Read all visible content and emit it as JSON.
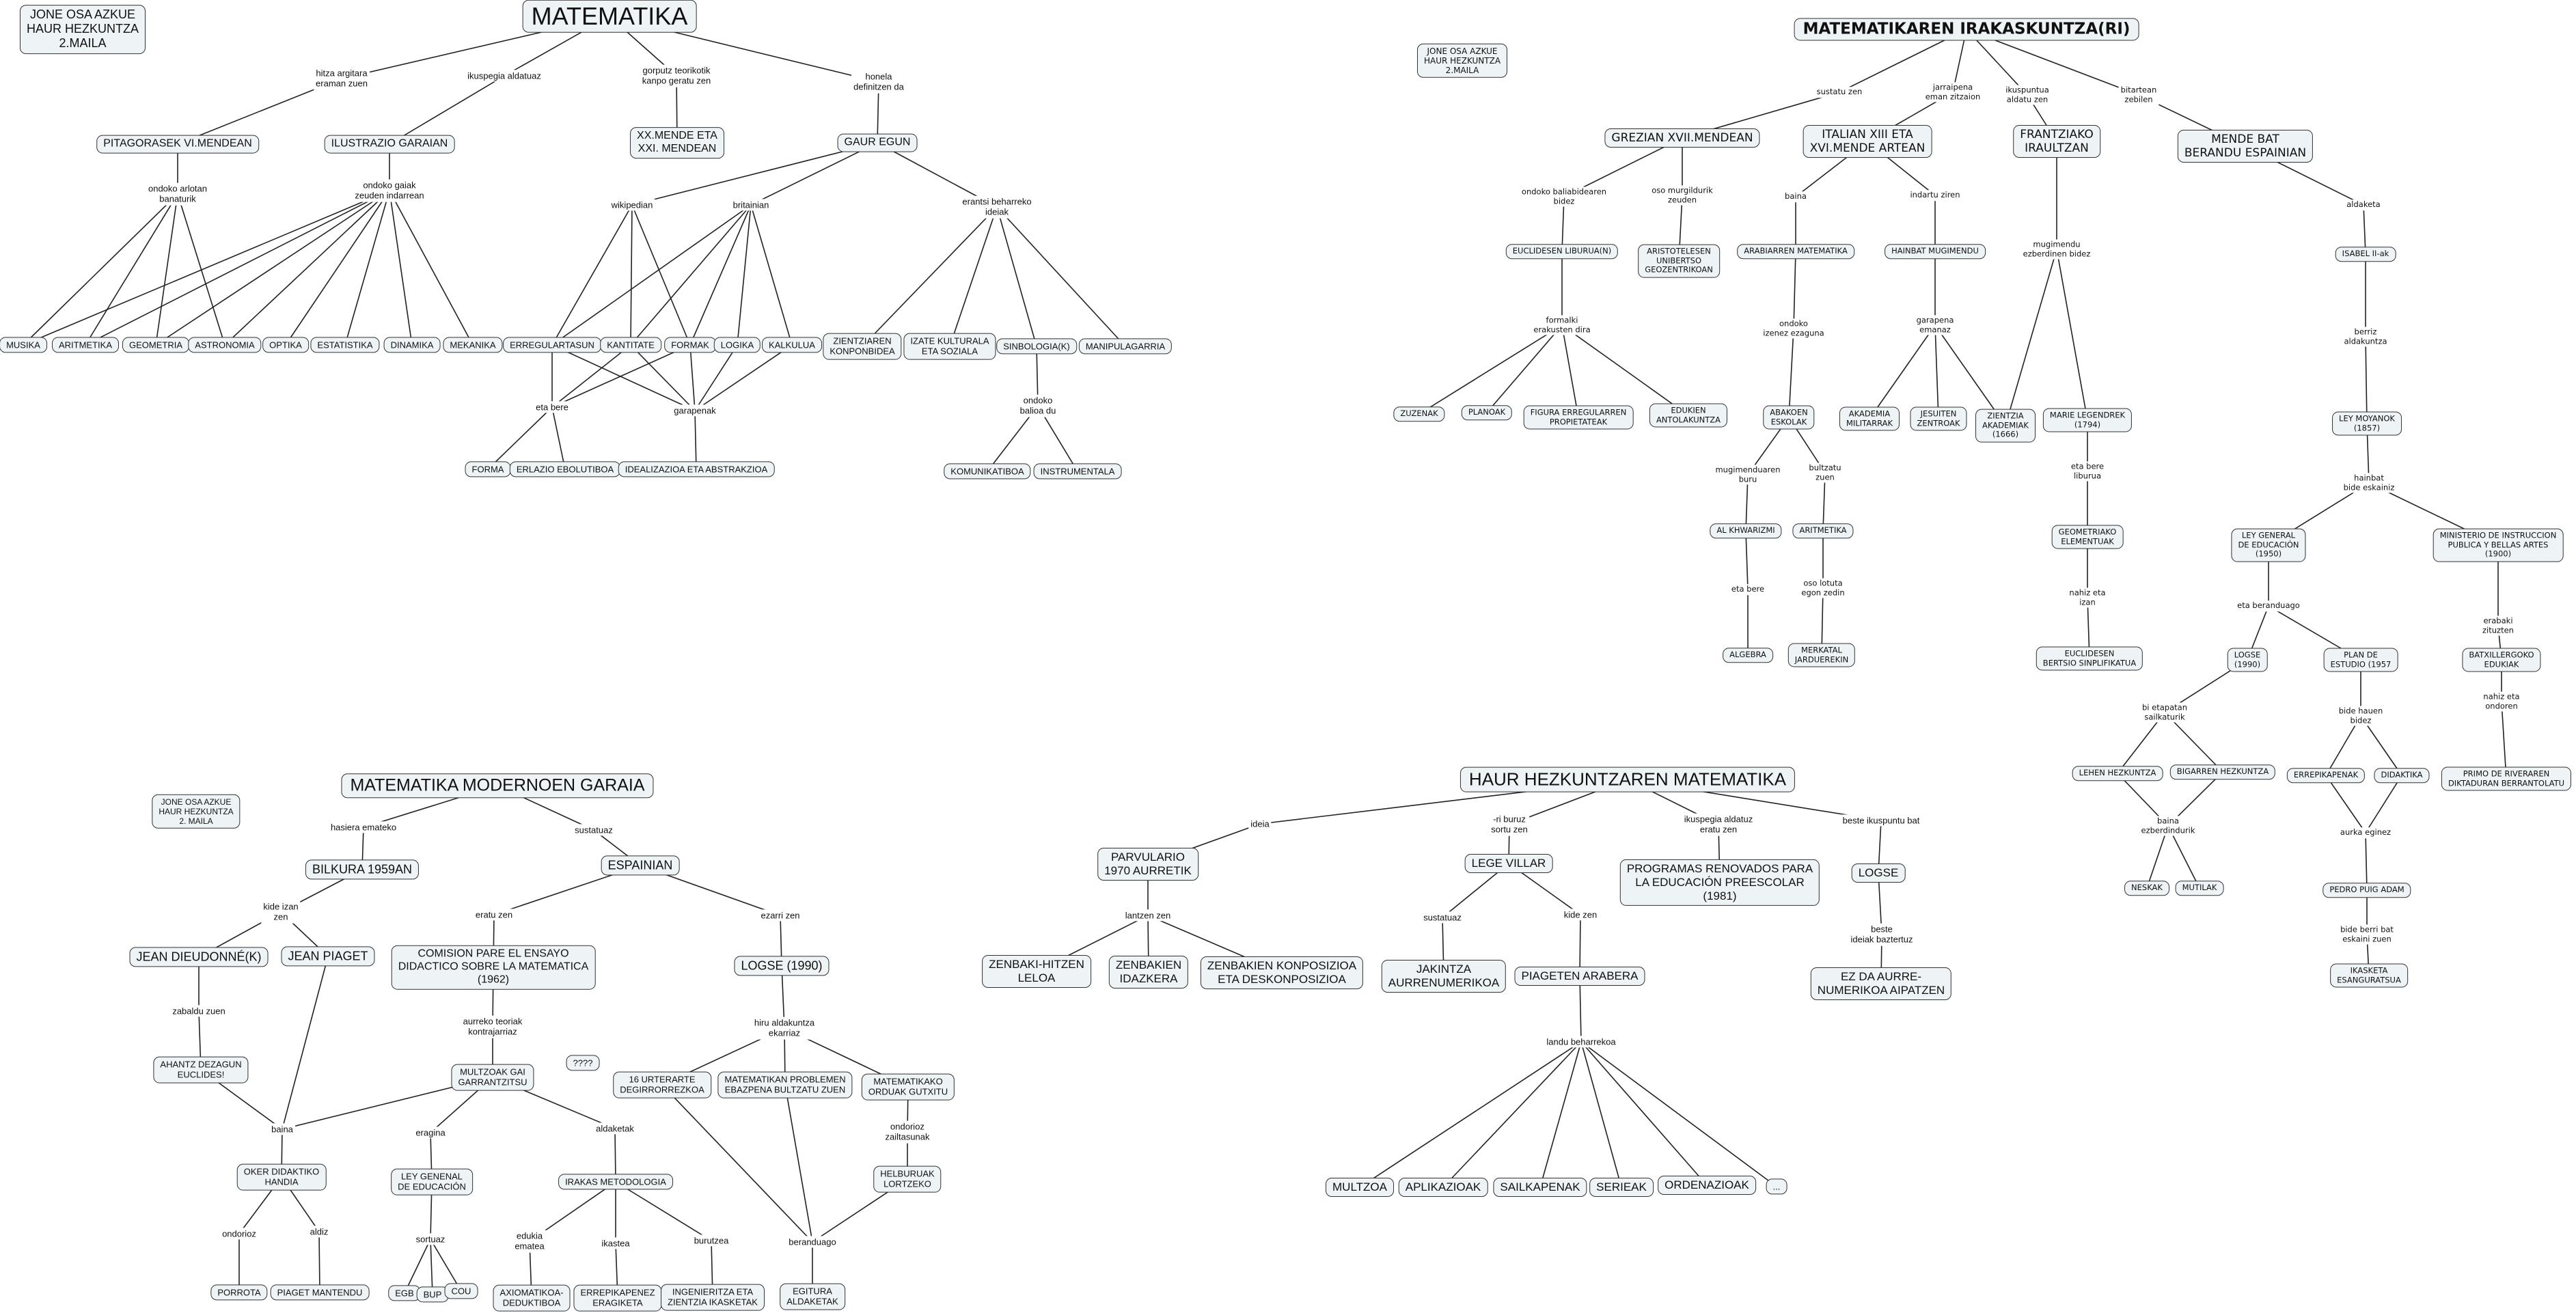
{
  "m1": {
    "author": "JONE OSA AZKUE\nHAUR HEZKUNTZA\n2.MAILA",
    "concepts": {
      "mat": "MATEMATIKA",
      "pit": "PITAGORASEK VI.MENDEAN",
      "ilu": "ILUSTRAZIO GARAIAN",
      "xx": "XX.MENDE ETA\nXXI. MENDEAN",
      "gaur": "GAUR EGUN",
      "musika": "MUSIKA",
      "aritm": "ARITMETIKA",
      "geom": "GEOMETRIA",
      "astro": "ASTRONOMIA",
      "optika": "OPTIKA",
      "estat": "ESTATISTIKA",
      "dinam": "DINAMIKA",
      "mekan": "MEKANIKA",
      "erreg": "ERREGULARTASUN",
      "kant": "KANTITATE",
      "formak": "FORMAK",
      "logika": "LOGIKA",
      "kalk": "KALKULUA",
      "zient": "ZIENTZIAREN\nKONPONBIDEA",
      "izate": "IZATE KULTURALA\nETA SOZIALA",
      "sinb": "SINBOLOGIA(K)",
      "manip": "MANIPULAGARRIA",
      "forma": "FORMA",
      "erlazio": "ERLAZIO EBOLUTIBOA",
      "ideal": "IDEALIZAZIOA ETA ABSTRAKZIOA",
      "komun": "KOMUNIKATIBOA",
      "instr": "INSTRUMENTALA"
    },
    "links": {
      "hitza": "hitza argitara\neraman zuen",
      "ikusp": "ikuspegia aldatuaz",
      "gorputz": "gorputz teorikotik\nkanpo geratu zen",
      "honela": "honela\ndefinitzen da",
      "arlotan": "ondoko arlotan\nbanaturik",
      "gaiak": "ondoko gaiak\nzeuden indarrean",
      "wiki": "wikipedian",
      "brit": "britainian",
      "erantsi": "erantsi beharreko\nideiak",
      "etabere": "eta bere",
      "garap": "garapenak",
      "balioa": "ondoko\nbalioa du"
    }
  },
  "m2": {
    "author": "JONE OSA AZKUE\nHAUR HEZKUNTZA\n2.MAILA",
    "concepts": {
      "title": "MATEMATIKAREN IRAKASKUNTZA(RI)",
      "grez": "GREZIAN XVII.MENDEAN",
      "ital": "ITALIAN XIII ETA\nXVI.MENDE ARTEAN",
      "fran": "FRANTZIAKO\nIRAULTZAN",
      "mende": "MENDE BAT\nBERANDU ESPAINIAN",
      "eucl": "EUCLIDESEN LIBURUA(N)",
      "arist": "ARISTOTELESEN\nUNIBERTSO\nGEOZENTRIKOAN",
      "arab": "ARABIARREN MATEMATIKA",
      "hainbat": "HAINBAT MUGIMENDU",
      "isabel": "ISABEL II-ak",
      "zuzen": "ZUZENAK",
      "plano": "PLANOAK",
      "figura": "FIGURA ERREGULARREN\nPROPIETATEAK",
      "edukien": "EDUKIEN\nANTOLAKUNTZA",
      "abakoen": "ABAKOEN\nESKOLAK",
      "akad": "AKADEMIA\nMILITARRAK",
      "jesu": "JESUITEN\nZENTROAK",
      "zientzia": "ZIENTZIA\nAKADEMIAK\n(1666)",
      "marie": "MARIE LEGENDREK\n(1794)",
      "moyano": "LEY MOYANOK\n(1857)",
      "khwar": "AL KHWARIZMI",
      "aritm": "ARITMETIKA",
      "geomel": "GEOMETRIAKO\nELEMENTUAK",
      "leygen": "LEY GENERAL\nDE EDUCACIÓN\n(1950)",
      "minist": "MINISTERIO DE INSTRUCCION\nPUBLICA Y BELLAS ARTES\n(1900)",
      "algebra": "ALGEBRA",
      "merkatal": "MERKATAL\nJARDUEREKIN",
      "euclb": "EUCLIDESEN\nBERTSIO SINPLIFIKATUA",
      "logse": "LOGSE\n(1990)",
      "plan": "PLAN DE\nESTUDIO (1957",
      "batx": "BATXILLERGOKO\nEDUKIAK",
      "lehen": "LEHEN HEZKUNTZA",
      "bigarren": "BIGARREN HEZKUNTZA",
      "errep": "ERREPIKAPENAK",
      "didak": "DIDAKTIKA",
      "primo": "PRIMO DE RIVERAREN\nDIKTADURAN BERRANTOLATU",
      "neskak": "NESKAK",
      "mutilak": "MUTILAK",
      "pedro": "PEDRO PUIG ADAM",
      "ikasketa": "IKASKETA\nESANGURATSUA"
    },
    "links": {
      "sustatu": "sustatu zen",
      "jarrai": "jarraipena\neman zitzaion",
      "ikuspuntua": "ikuspuntua\naldatu zen",
      "bitartean": "bitartean\nzebilen",
      "baliab": "ondoko baliabidearen\nbidez",
      "murgil": "oso murgildurik\nzeuden",
      "baina": "baina",
      "indartu": "indartu ziren",
      "mugim": "mugimendu\nezberdinen bidez",
      "aldaketa": "aldaketa",
      "formalki": "formalki\nerakusten dira",
      "izenez": "ondoko\nizenez ezaguna",
      "garapena": "garapena\nemanaz",
      "berriz": "berriz\naldakuntza",
      "mugburu": "mugimenduaren\nburu",
      "bultzatu": "bultzatu\nzuen",
      "etabereliburua": "eta bere\nliburua",
      "hainbatbide": "hainbat\nbide eskainiz",
      "etabere": "eta bere",
      "lotuta": "oso lotuta\negon zedin",
      "nahizizan": "nahiz eta\nizan",
      "beranduago": "eta beranduago",
      "erabaki": "erabaki\nzituzten",
      "bietapa": "bi etapatan\nsailkaturik",
      "bidehauen": "bide hauen\nbidez",
      "nahizondoren": "nahiz eta\nondoren",
      "bainaezb": "baina\nezberdindurik",
      "aurka": "aurka eginez",
      "bideberri": "bide berri bat\neskaini zuen"
    }
  },
  "m3": {
    "author": "JONE OSA AZKUE\nHAUR HEZKUNTZA\n2. MAILA",
    "concepts": {
      "title": "MATEMATIKA MODERNOEN GARAIA",
      "bilkura": "BILKURA 1959AN",
      "espainian": "ESPAINIAN",
      "dieud": "JEAN DIEUDONNÉ(K)",
      "piaget": "JEAN PIAGET",
      "comision": "COMISION PARE EL ENSAYO\nDIDACTICO SOBRE LA MATEMATICA\n(1962)",
      "logse": "LOGSE (1990)",
      "ahantz": "AHANTZ DEZAGUN\nEUCLIDES!",
      "multzoak": "MULTZOAK GAI\nGARRANTZITSU",
      "unknown": "????",
      "urterarte": "16 URTERARTE\nDEGIRRORREZKOA",
      "problemen": "MATEMATIKAN PROBLEMEN\nEBAZPENA BULTZATU ZUEN",
      "orduak": "MATEMATIKAKO\nORDUAK GUTXITU",
      "oker": "OKER DIDAKTIKO\nHANDIA",
      "leygen": "LEY GENENAL\nDE EDUCACIÓN",
      "irakas": "IRAKAS METODOLOGIA",
      "helburuak": "HELBURUAK\nLORTZEKO",
      "porrota": "PORROTA",
      "piagetm": "PIAGET MANTENDU",
      "egb": "EGB",
      "bup": "BUP",
      "cou": "COU",
      "axiom": "AXIOMATIKOA-\nDEDUKTIBOA",
      "errepik": "ERREPIKAPENEZ\nERAGIKETA",
      "ingen": "INGENIERITZA ETA\nZIENTZIA IKASKETAK",
      "egitura": "EGITURA\nALDAKETAK"
    },
    "links": {
      "hasiera": "hasiera emateko",
      "sustatuaz": "sustatuaz",
      "kide": "kide izan\nzen",
      "eratu": "eratu zen",
      "ezarri": "ezarri zen",
      "zabaldu": "zabaldu zuen",
      "aurreko": "aurreko teoriak\nkontrajarriaz",
      "hiru": "hiru aldakuntza\nekarriaz",
      "baina": "baina",
      "eragina": "eragina",
      "aldaketak": "aldaketak",
      "zailtasunak": "ondorioz\nzailtasunak",
      "ondorioz": "ondorioz",
      "aldiz": "aldiz",
      "sortuaz": "sortuaz",
      "edukia": "edukia\nematea",
      "ikastea": "ikastea",
      "burutzea": "burutzea",
      "beranduago": "beranduago"
    }
  },
  "m4": {
    "concepts": {
      "title": "HAUR HEZKUNTZAREN MATEMATIKA",
      "parv": "PARVULARIO\n1970 AURRETIK",
      "lege": "LEGE VILLAR",
      "prog": "PROGRAMAS RENOVADOS PARA\nLA EDUCACIÓN PREESCOLAR\n(1981)",
      "logse": "LOGSE",
      "zhitz": "ZENBAKI-HITZEN\nLELOA",
      "zidaz": "ZENBAKIEN\nIDAZKERA",
      "zkonp": "ZENBAKIEN KONPOSIZIOA\nETA DESKONPOSIZIOA",
      "jakintza": "JAKINTZA\nAURRENUMERIKOA",
      "piageten": "PIAGETEN ARABERA",
      "ezda": "EZ DA AURRE-\nNUMERIKOA AIPATZEN",
      "multzoa": "MULTZOA",
      "aplik": "APLIKAZIOAK",
      "sailk": "SAILKAPENAK",
      "serieak": "SERIEAK",
      "orden": "ORDENAZIOAK",
      "dots": "..."
    },
    "links": {
      "ideia": "ideia",
      "riburuz": "-ri buruz\nsortu zen",
      "ikusp": "ikuspegia aldatuz\neratu zen",
      "beste": "beste ikuspuntu bat",
      "lantzen": "lantzen zen",
      "sustatuaz": "sustatuaz",
      "kide": "kide zen",
      "landu": "landu beharrekoa",
      "baztertuz": "beste\nideiak baztertuz"
    }
  }
}
